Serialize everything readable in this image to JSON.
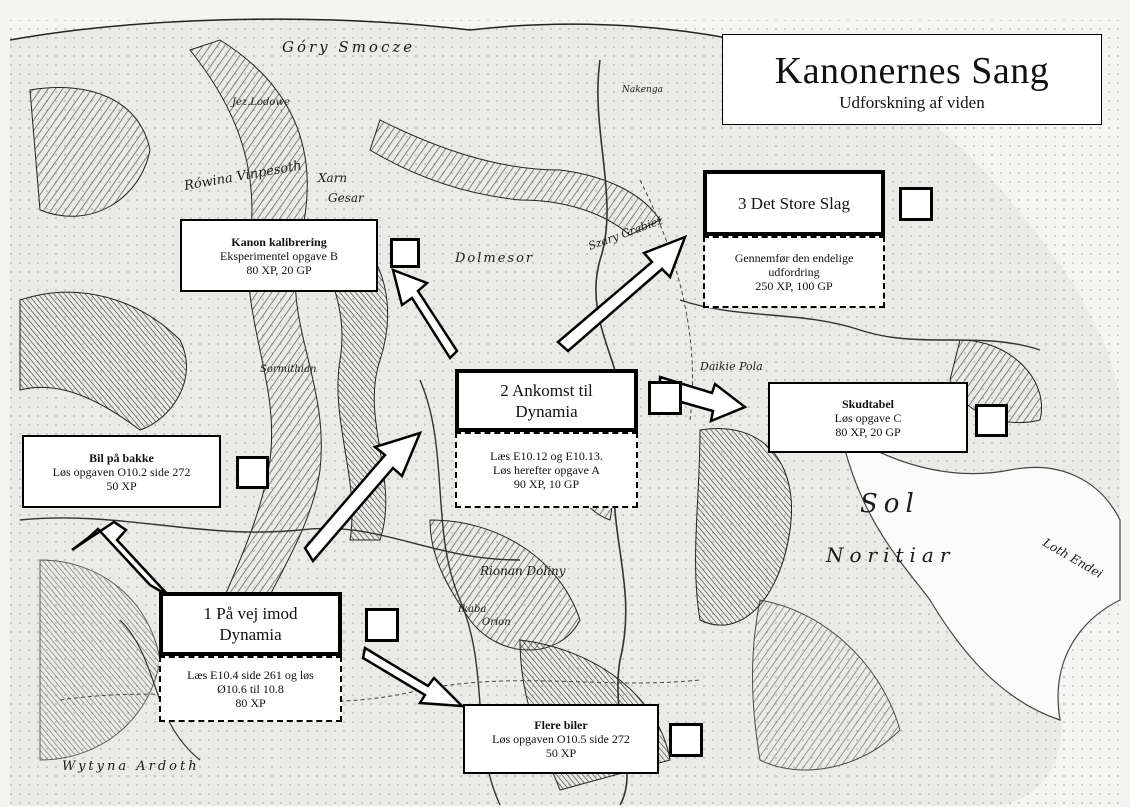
{
  "header": {
    "title": "Kanonernes Sang",
    "subtitle": "Udforskning af viden"
  },
  "map_labels": [
    "Góry Smocze",
    "Jez.Lodowe",
    "Rówina Vinpesoth",
    "Xarn",
    "Gesar",
    "Dolmesor",
    "Szary Grabież",
    "Daikie Pola",
    "Sol",
    "Noritiar",
    "Loth Endei",
    "Wytyna Ardoth",
    "Rionan Doliny",
    "Orion",
    "Ikaba",
    "Nakenga",
    "Sormithian"
  ],
  "quests": {
    "q1": {
      "title": "1 På vej imod Dynamia",
      "line1": "Læs E10.4 side 261 og løs",
      "line2": "Ø10.6 til 10.8",
      "reward": "80 XP"
    },
    "q2": {
      "title": "2 Ankomst til Dynamia",
      "line1": "Læs E10.12 og E10.13.",
      "line2": "Løs herefter opgave A",
      "reward": "90 XP, 10 GP"
    },
    "q3": {
      "title": "3 Det Store Slag",
      "line1": "Gennemfør den endelige",
      "line2": "udfordring",
      "reward": "250 XP, 100 GP"
    },
    "side_bil": {
      "title": "Bil på bakke",
      "line1": "Løs opgaven O10.2 side 272",
      "reward": "50 XP"
    },
    "side_kanon": {
      "title": "Kanon kalibrering",
      "line1": "Eksperimentel opgave B",
      "reward": "80 XP, 20 GP"
    },
    "side_skud": {
      "title": "Skudtabel",
      "line1": "Løs opgave C",
      "reward": "80 XP, 20 GP"
    },
    "side_biler": {
      "title": "Flere biler",
      "line1": "Løs opgaven O10.5 side 272",
      "reward": "50 XP"
    }
  }
}
